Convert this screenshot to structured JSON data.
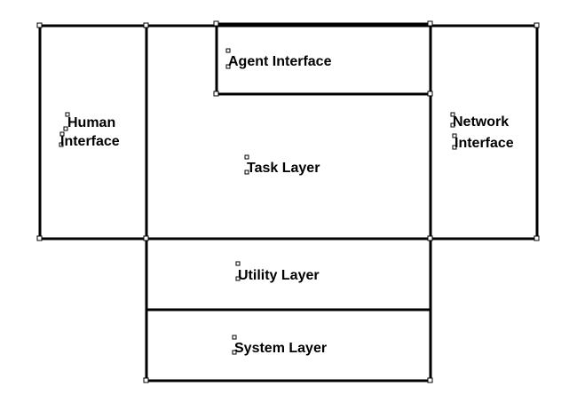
{
  "diagram": {
    "blocks": {
      "human_interface": {
        "line1": "Human",
        "line2": "Interface"
      },
      "agent_interface": {
        "label": "Agent Interface"
      },
      "task_layer": {
        "label": "Task Layer"
      },
      "network_interface": {
        "line1": "Network",
        "line2": "Interface"
      },
      "utility_layer": {
        "label": "Utility Layer"
      },
      "system_layer": {
        "label": "System Layer"
      }
    },
    "line_color": "#000000",
    "background": "#ffffff"
  }
}
